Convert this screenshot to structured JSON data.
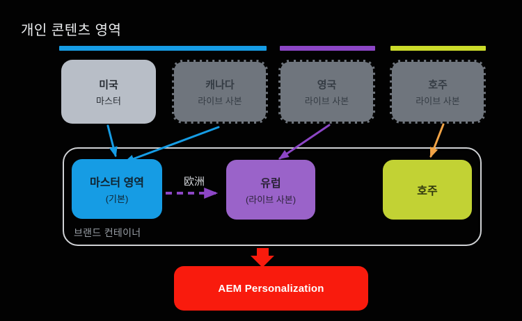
{
  "title": "개인 콘텐츠 영역",
  "colors": {
    "blue": "#169CE4",
    "purple": "#8C46C5",
    "purplebox": "#9A63C9",
    "yellow": "#CBDB2A",
    "yellowbox": "#C2D234",
    "orange": "#F1A346",
    "red": "#F91B0D",
    "graylight": "#B8BEC7",
    "gray": "#6F757D",
    "border": "#D0D2D5",
    "muted": "#999FA6",
    "flowlabel": "#D2D5D9",
    "title": "#ECEEF0"
  },
  "top_row": {
    "boxes": [
      {
        "title": "미국",
        "subtitle": "마스터"
      },
      {
        "title": "캐나다",
        "subtitle": "라이브 사본"
      },
      {
        "title": "영국",
        "subtitle": "라이브 사본"
      },
      {
        "title": "호주",
        "subtitle": "라이브 사본"
      }
    ]
  },
  "container": {
    "label": "브랜드 컨테이너",
    "flow_label": "欧洲",
    "boxes": [
      {
        "title": "마스터 영역",
        "subtitle": "(기본)"
      },
      {
        "title": "유럽",
        "subtitle": "(라이브 사본)"
      },
      {
        "title": "호주",
        "subtitle": ""
      }
    ]
  },
  "bottom": {
    "label": "AEM Personalization"
  }
}
